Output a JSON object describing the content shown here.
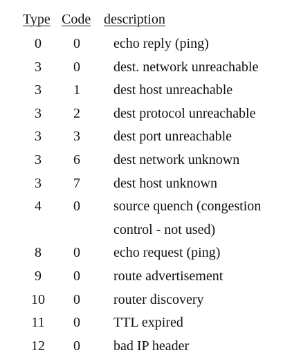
{
  "table": {
    "headers": {
      "type": "Type",
      "code": "Code",
      "description": "description"
    },
    "rows": [
      {
        "type": "0",
        "code": "0",
        "description": [
          "echo reply (ping)"
        ]
      },
      {
        "type": "3",
        "code": "0",
        "description": [
          "dest. network unreachable"
        ]
      },
      {
        "type": "3",
        "code": "1",
        "description": [
          "dest host unreachable"
        ]
      },
      {
        "type": "3",
        "code": "2",
        "description": [
          "dest protocol unreachable"
        ]
      },
      {
        "type": "3",
        "code": "3",
        "description": [
          "dest port unreachable"
        ]
      },
      {
        "type": "3",
        "code": "6",
        "description": [
          "dest network unknown"
        ]
      },
      {
        "type": "3",
        "code": "7",
        "description": [
          "dest host unknown"
        ]
      },
      {
        "type": "4",
        "code": "0",
        "description": [
          "source quench (congestion",
          "control - not used)"
        ]
      },
      {
        "type": "8",
        "code": "0",
        "description": [
          "echo request (ping)"
        ]
      },
      {
        "type": "9",
        "code": "0",
        "description": [
          "route advertisement"
        ]
      },
      {
        "type": "10",
        "code": "0",
        "description": [
          "router discovery"
        ]
      },
      {
        "type": "11",
        "code": "0",
        "description": [
          "TTL expired"
        ]
      },
      {
        "type": "12",
        "code": "0",
        "description": [
          "bad IP header"
        ]
      }
    ]
  }
}
